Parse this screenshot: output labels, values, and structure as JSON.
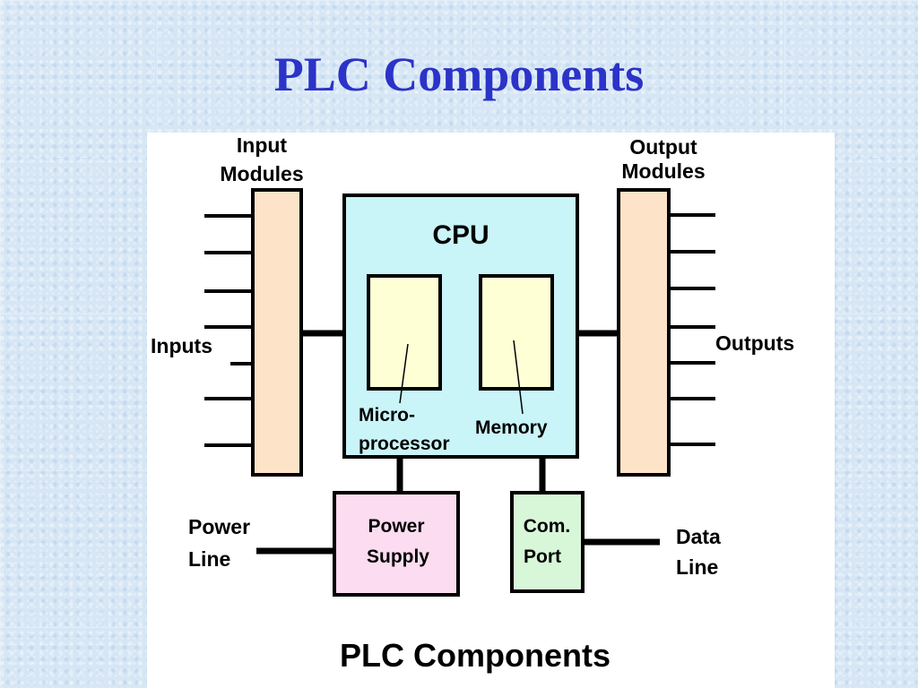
{
  "slide": {
    "title": "PLC Components"
  },
  "diagram": {
    "caption": "PLC Components",
    "input_modules": {
      "label_line1": "Input",
      "label_line2": "Modules"
    },
    "output_modules": {
      "label_line1": "Output",
      "label_line2": "Modules"
    },
    "inputs_label": "Inputs",
    "outputs_label": "Outputs",
    "cpu": {
      "label": "CPU",
      "microprocessor_line1": "Micro-",
      "microprocessor_line2": "processor",
      "memory_label": "Memory"
    },
    "power_supply": {
      "label_line1": "Power",
      "label_line2": "Supply"
    },
    "com_port": {
      "label_line1": "Com.",
      "label_line2": "Port"
    },
    "power_line": {
      "label_line1": "Power",
      "label_line2": "Line"
    },
    "data_line": {
      "label_line1": "Data",
      "label_line2": "Line"
    },
    "colors": {
      "module_fill": "#fde3c8",
      "cpu_fill": "#c9f4f8",
      "cpu_inner_fill": "#ffffd6",
      "power_supply_fill": "#fbdcf0",
      "com_port_fill": "#d8f6d8",
      "title_color": "#2b33c8"
    }
  }
}
